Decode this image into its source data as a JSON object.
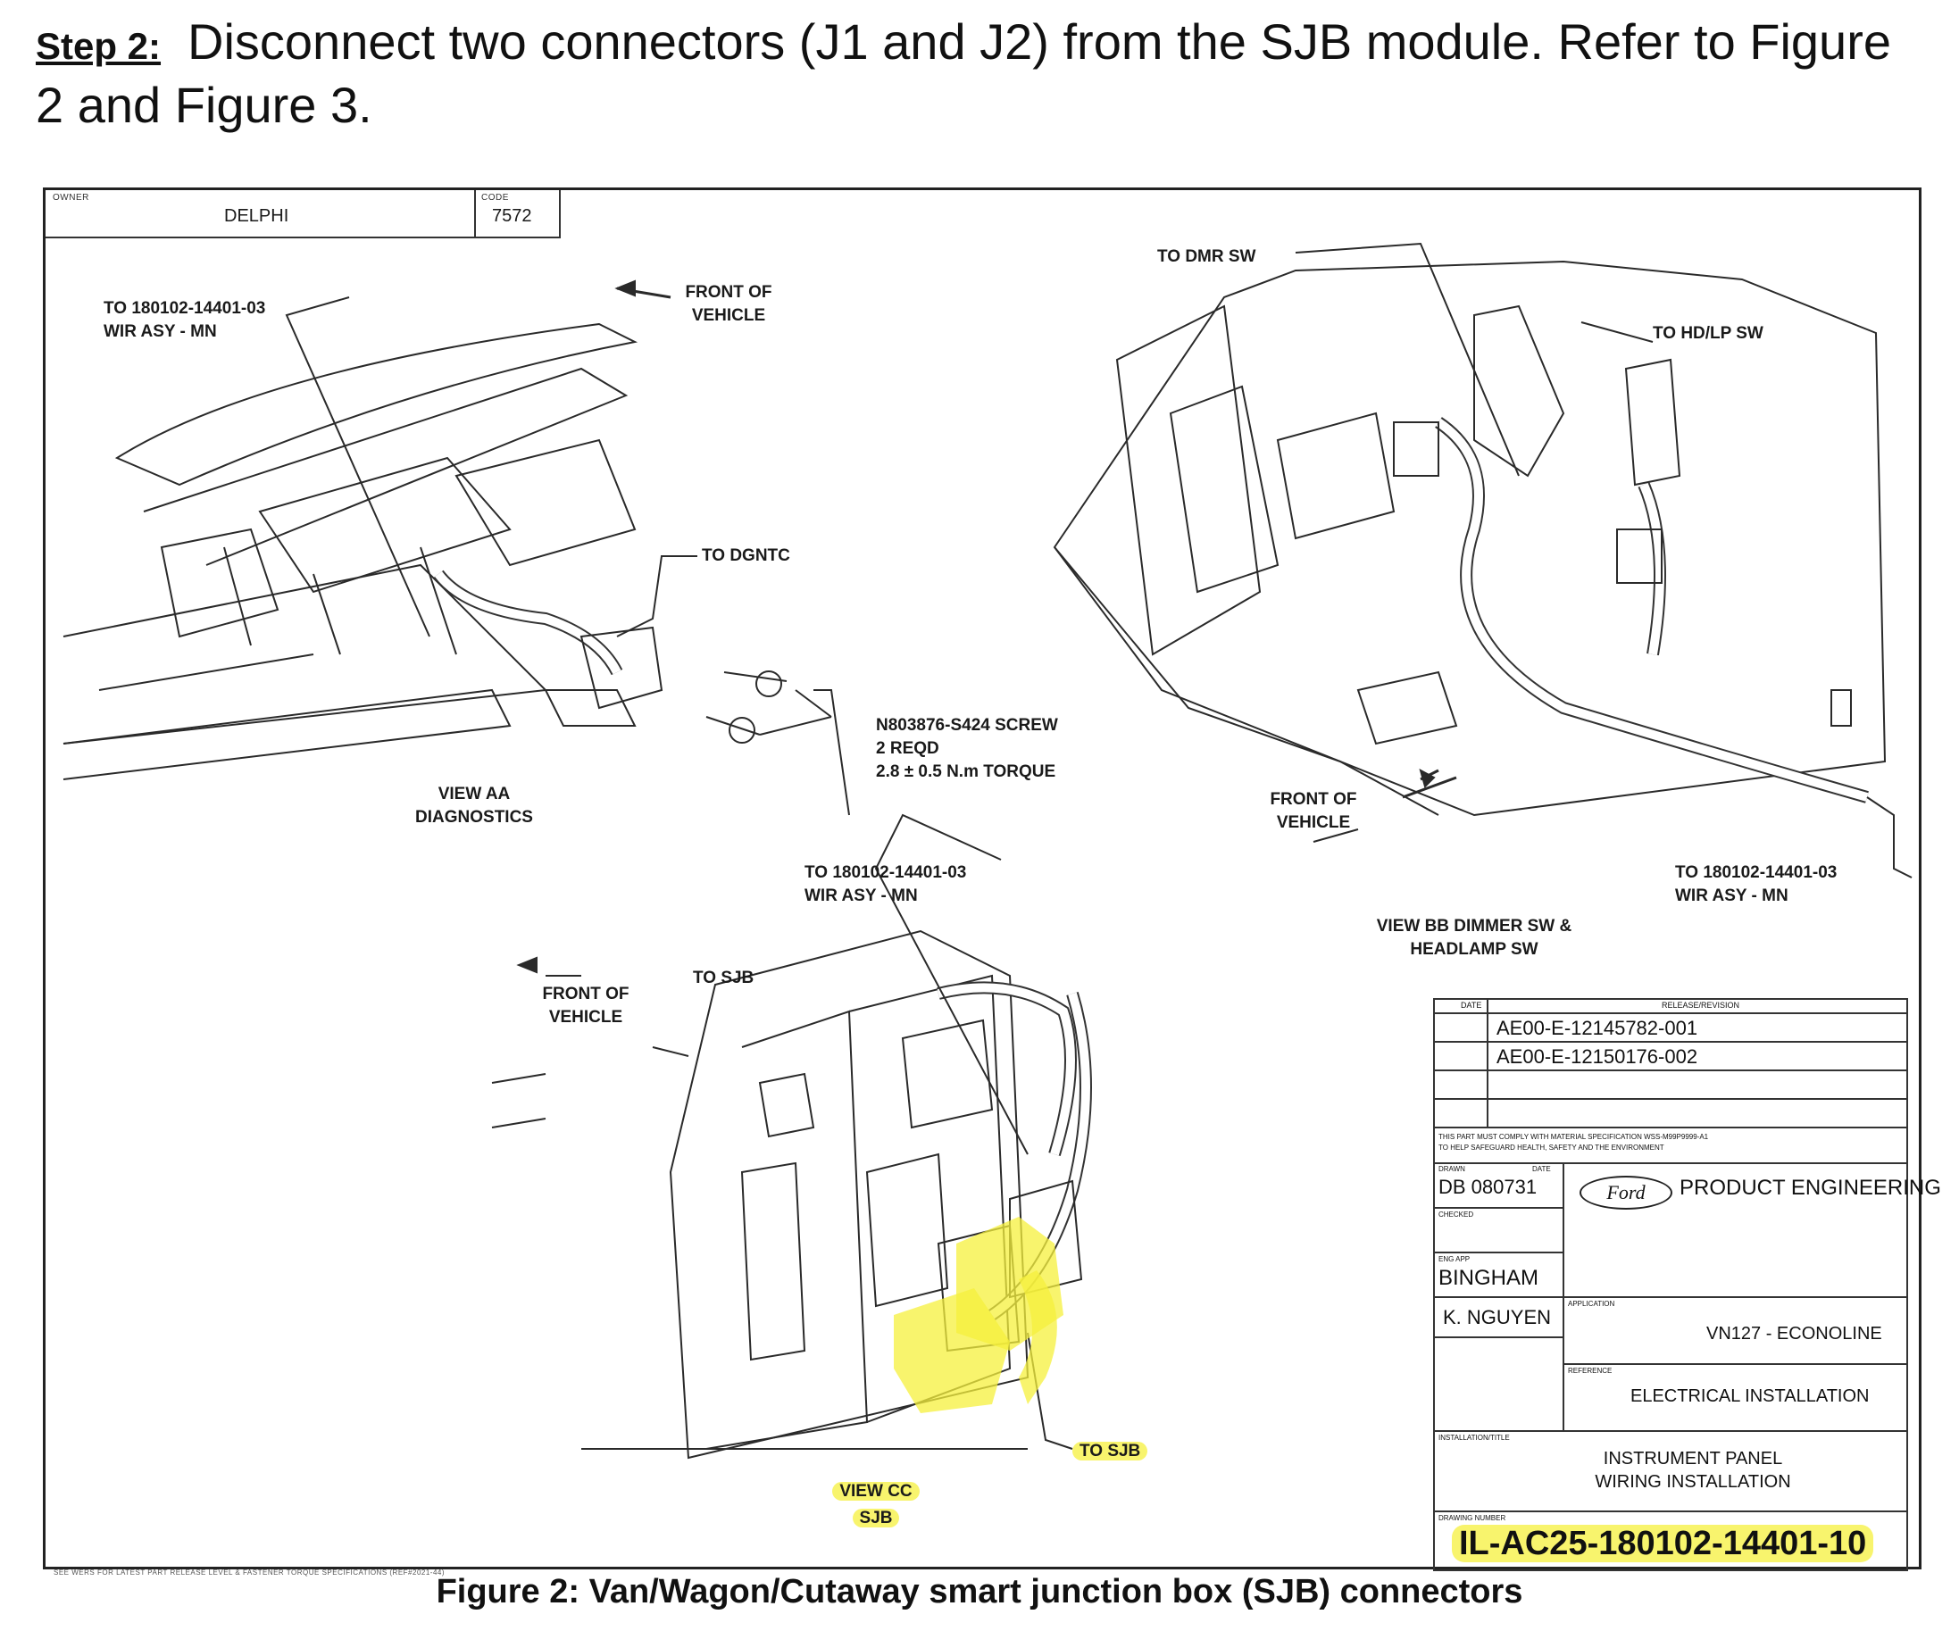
{
  "step": {
    "label": "Step 2:",
    "text": "Disconnect two connectors (J1 and J2) from the SJB module.  Refer to Figure 2 and Figure 3."
  },
  "owner_box": {
    "owner_label": "OWNER",
    "owner_value": "DELPHI",
    "code_label": "CODE",
    "code_value": "7572"
  },
  "view_aa": {
    "to_wir": "TO 180102-14401-03",
    "wir_asy": "WIR ASY - MN",
    "front1": "FRONT OF",
    "front2": "VEHICLE",
    "to_dgntc": "TO DGNTC",
    "screw1": "N803876-S424 SCREW",
    "screw2": "2 REQD",
    "screw3": "2.8 ± 0.5 N.m TORQUE",
    "title1": "VIEW AA",
    "title2": "DIAGNOSTICS"
  },
  "view_bb": {
    "to_dmr": "TO DMR SW",
    "to_hdlp": "TO HD/LP SW",
    "front1": "FRONT OF",
    "front2": "VEHICLE",
    "to_wir": "TO 180102-14401-03",
    "wir_asy": "WIR ASY - MN",
    "title1": "VIEW BB DIMMER SW &",
    "title2": "HEADLAMP SW"
  },
  "view_cc": {
    "to_wir": "TO 180102-14401-03",
    "wir_asy": "WIR ASY - MN",
    "to_sjb_top": "TO SJB",
    "front1": "FRONT OF",
    "front2": "VEHICLE",
    "to_sjb_bottom": "TO SJB",
    "title1": "VIEW CC",
    "title2": "SJB"
  },
  "title_block": {
    "date_label": "DATE",
    "release_label": "RELEASE/REVISION",
    "rev1": "AE00-E-12145782-001",
    "rev2": "AE00-E-12150176-002",
    "material_note1": "THIS PART MUST COMPLY WITH MATERIAL SPECIFICATION WSS-M99P9999-A1",
    "material_note2": "TO HELP SAFEGUARD HEALTH, SAFETY AND THE ENVIRONMENT",
    "drawn_label": "DRAWN",
    "drawn_date_label": "DATE",
    "drawn_value": "DB 080731",
    "ford_logo": "Ford",
    "product_engineering": "PRODUCT ENGINEERING",
    "checked_label": "CHECKED",
    "eng_app_label": "ENG APP",
    "eng_app_value": "BINGHAM",
    "nguyen": "K. NGUYEN",
    "application_label": "APPLICATION",
    "application_value": "VN127 - ECONOLINE",
    "reference_label": "REFERENCE",
    "reference_value": "ELECTRICAL INSTALLATION",
    "installation_label": "INSTALLATION/TITLE",
    "title1": "INSTRUMENT PANEL",
    "title2": "WIRING INSTALLATION",
    "drawing_number_label": "DRAWING NUMBER",
    "drawing_number": "IL-AC25-180102-14401-10"
  },
  "footer_note": "SEE WERS FOR LATEST PART RELEASE LEVEL & FASTENER TORQUE SPECIFICATIONS (REF#2021-44)",
  "caption": "Figure 2: Van/Wagon/Cutaway smart junction box (SJB) connectors",
  "colors": {
    "highlight": "#f5f03c",
    "ink": "#1a1a1a"
  }
}
